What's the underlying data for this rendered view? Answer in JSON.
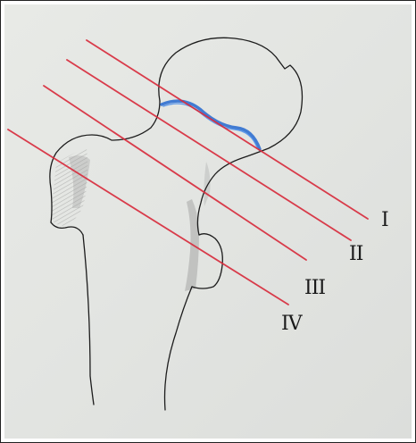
{
  "figure": {
    "labels": [
      "I",
      "II",
      "III",
      "IV"
    ],
    "colors": {
      "line": "#d8293a",
      "fracture": "#2f6fd0",
      "outline": "#1c1c1c",
      "shade": "#9a9a9a",
      "paper": "#e4e6e3"
    }
  }
}
